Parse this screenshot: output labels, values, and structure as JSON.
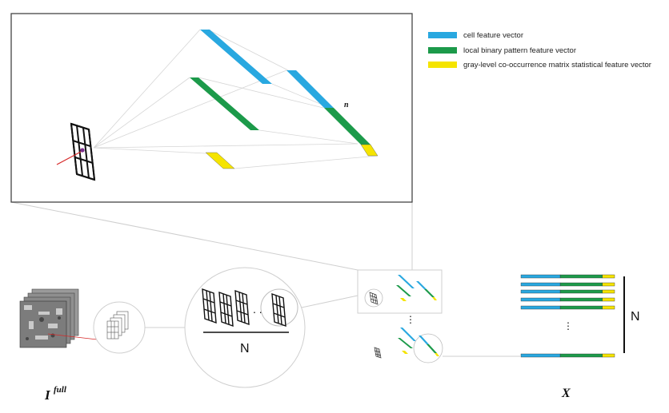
{
  "colors": {
    "cell": "#29a8e0",
    "lbp": "#1c9a4a",
    "glcm": "#f5e400",
    "outline": "#111111",
    "connector": "#c8c8c8",
    "accent_line": "#d62828"
  },
  "legend": {
    "items": [
      {
        "label": "cell feature vector",
        "color": "#29a8e0"
      },
      {
        "label": "local binary pattern feature vector",
        "color": "#1c9a4a"
      },
      {
        "label": "gray-level co-occurrence matrix statistical feature vector",
        "color": "#f5e400"
      }
    ]
  },
  "labels": {
    "n_small": "n",
    "n_big_circle": "N",
    "n_matrix": "N",
    "ellipsis_h": ". .",
    "ellipsis_v": "⋮",
    "i_main": "I",
    "i_sup": "full",
    "x_out": "X"
  },
  "matrix": {
    "rows": 7,
    "segments": [
      0.42,
      0.45,
      0.13
    ]
  }
}
